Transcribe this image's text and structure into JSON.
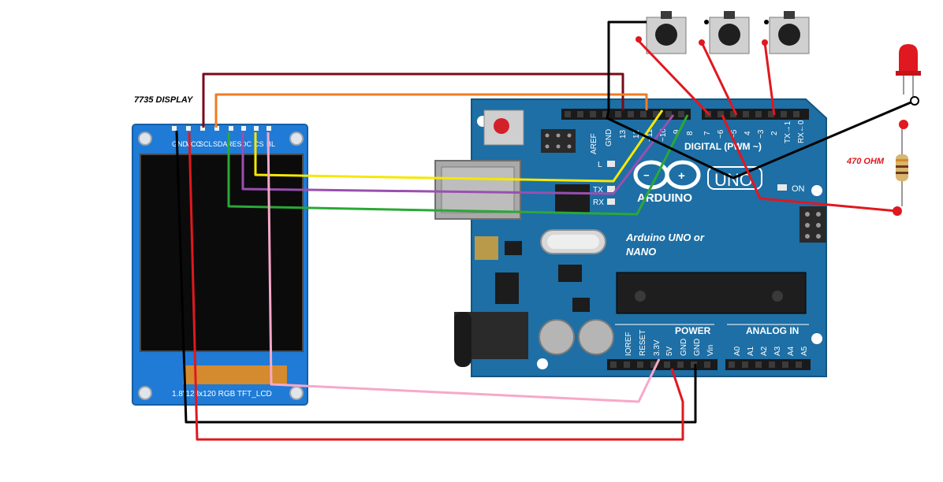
{
  "labels": {
    "display_title": "7735 DISPLAY",
    "display_bottom": "1.8\"128x120 RGB TFT_LCD",
    "display_pins": [
      "GND",
      "VCC",
      "SCL",
      "SDA",
      "RES",
      "DC",
      "CS",
      "BL"
    ],
    "board_name": "Arduino UNO or NANO",
    "board_name_line1": "Arduino UNO or",
    "board_name_line2": "NANO",
    "resistor": "470 OHM",
    "digital_header": "DIGITAL (PWM ~)",
    "power_header": "POWER",
    "analog_header": "ANALOG IN",
    "arduino_logo": "ARDUINO",
    "uno_logo": "UNO",
    "on_label": "ON",
    "tx_label": "TX",
    "rx_label": "RX",
    "l_label": "L",
    "digital_pins": [
      "AREF",
      "GND",
      "13",
      "12",
      "~11",
      "~10",
      "~9",
      "8",
      "7",
      "~6",
      "~5",
      "4",
      "~3",
      "2",
      "TX→1",
      "RX←0"
    ],
    "power_pins": [
      "IOREF",
      "RESET",
      "3.3V",
      "5V",
      "GND",
      "GND",
      "Vin"
    ],
    "analog_pins": [
      "A0",
      "A1",
      "A2",
      "A3",
      "A4",
      "A5"
    ]
  },
  "colors": {
    "board": "#1d6fa5",
    "board_dark": "#15557f",
    "display_frame": "#1f7bd6",
    "wire_dark_red": "#7a0a18",
    "wire_orange": "#f07b22",
    "wire_yellow": "#f5e800",
    "wire_purple": "#9a4fb0",
    "wire_green": "#2aa836",
    "wire_pink": "#f7a8c8",
    "wire_black": "#000000",
    "wire_red": "#e0181f",
    "label_red": "#e0181f"
  }
}
